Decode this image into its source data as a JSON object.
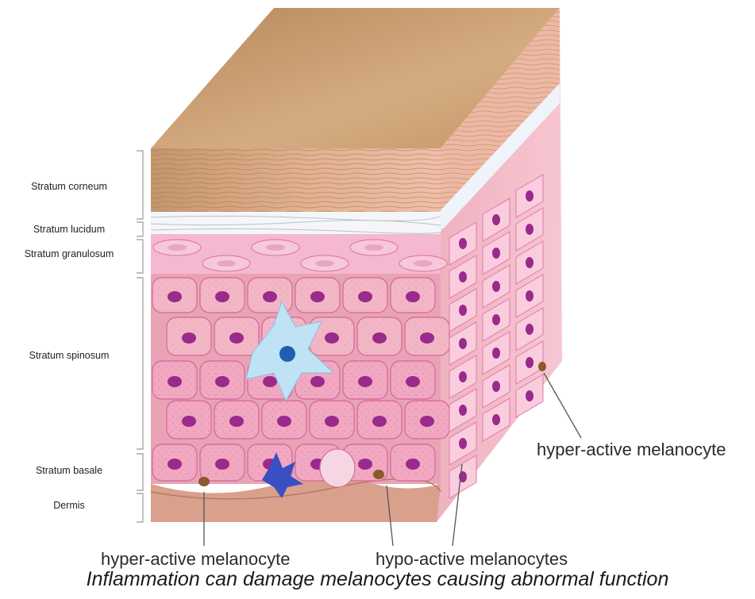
{
  "layers": [
    {
      "id": "stratum-corneum",
      "label": "Stratum corneum"
    },
    {
      "id": "stratum-lucidum",
      "label": "Stratum lucidum"
    },
    {
      "id": "stratum-granulosum",
      "label": "Stratum granulosum"
    },
    {
      "id": "stratum-spinosum",
      "label": "Stratum spinosum"
    },
    {
      "id": "stratum-basale",
      "label": "Stratum basale"
    },
    {
      "id": "dermis",
      "label": "Dermis"
    }
  ],
  "callouts": {
    "hyper_right": "hyper-active melanocyte",
    "hyper_bottom": "hyper-active melanocyte",
    "hypo_bottom": "hypo-active melanocytes"
  },
  "caption": "Inflammation can damage melanocytes causing abnormal function",
  "colors": {
    "surface": "#c99c72",
    "corneum_front": "#d9a98a",
    "cell_pink": "#f2a7c3",
    "cell_outline": "#d96fa0",
    "nucleus": "#9a2a8c",
    "dermis": "#d9a08c",
    "melanocyte_blue": "#3a4fc2",
    "langerhans_blue": "#a9d6ee"
  }
}
